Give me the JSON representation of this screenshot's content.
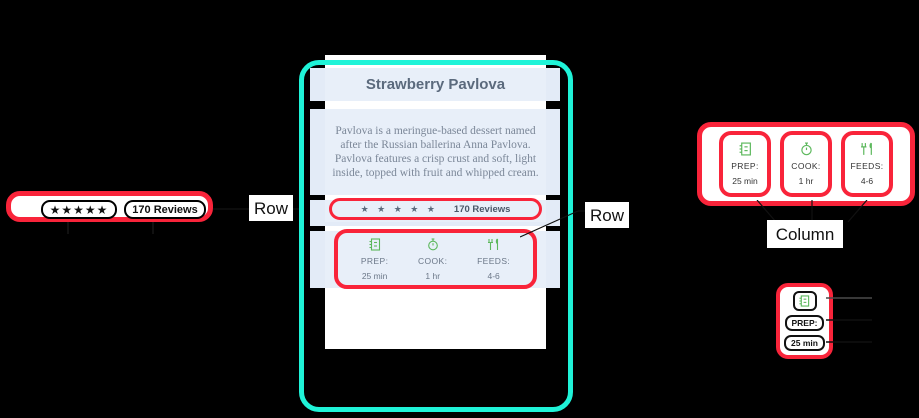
{
  "recipe": {
    "title": "Strawberry Pavlova",
    "description": "Pavlova is a meringue-based dessert named after the Russian ballerina Anna Pavlova. Pavlova features a crisp crust and soft, light inside, topped with fruit and whipped cream.",
    "rating": {
      "stars": "★ ★ ★ ★ ★",
      "stars_compact": "★★★★★",
      "reviews_label": "170 Reviews"
    },
    "nutrition": [
      {
        "icon": "notebook-icon",
        "label": "PREP:",
        "value": "25 min"
      },
      {
        "icon": "stopwatch-icon",
        "label": "COOK:",
        "value": "1 hr"
      },
      {
        "icon": "fork-knife-icon",
        "label": "FEEDS:",
        "value": "4-6"
      }
    ]
  },
  "annotations": {
    "row_label_1": "Row",
    "row_label_2": "Row",
    "column_label": "Column"
  },
  "colors": {
    "highlight": "#f9243a",
    "frame": "#1ff3d8",
    "card_bg": "#e8eff9",
    "band_bg": "#e3ebf7",
    "title_text": "#5b6a7d",
    "body_text": "#7b8798",
    "icon_green": "#5cb85c",
    "annotation_bg": "#ffffff",
    "page_bg": "#000000"
  }
}
